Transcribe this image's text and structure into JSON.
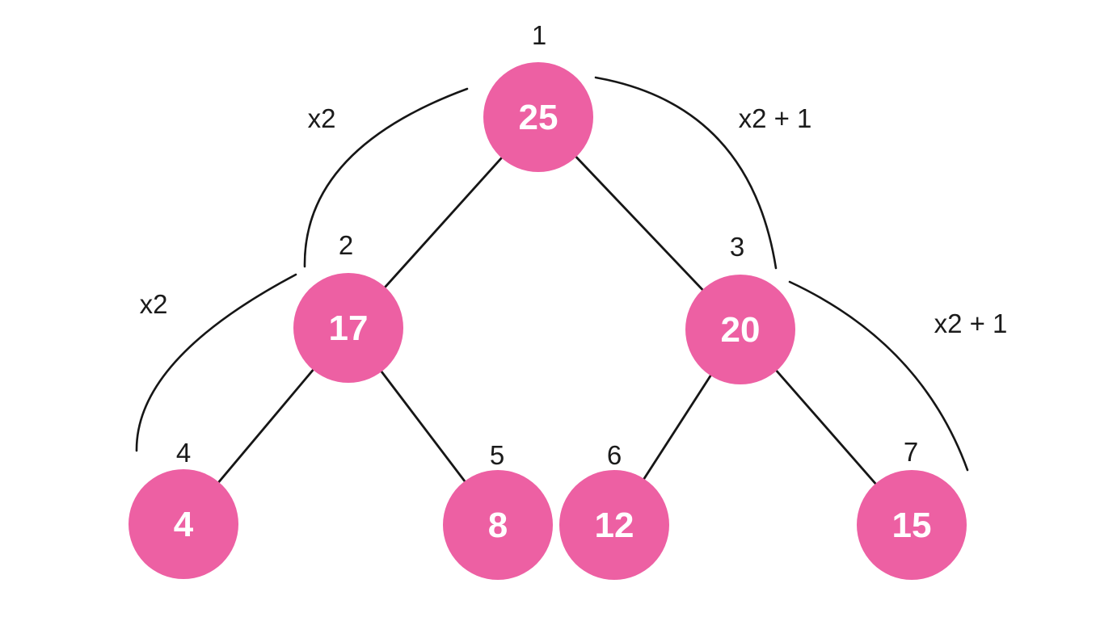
{
  "diagram_type": "binary-heap-tree",
  "colors": {
    "background": "#ffffff",
    "node_fill": "#ed60a3",
    "node_text": "#ffffff",
    "line": "#161616",
    "label": "#1b1b1b"
  },
  "nodes": [
    {
      "index": "1",
      "value": "25"
    },
    {
      "index": "2",
      "value": "17"
    },
    {
      "index": "3",
      "value": "20"
    },
    {
      "index": "4",
      "value": "4"
    },
    {
      "index": "5",
      "value": "8"
    },
    {
      "index": "6",
      "value": "12"
    },
    {
      "index": "7",
      "value": "15"
    }
  ],
  "edges": [
    {
      "from": "1",
      "to": "2"
    },
    {
      "from": "1",
      "to": "3"
    },
    {
      "from": "2",
      "to": "4"
    },
    {
      "from": "2",
      "to": "5"
    },
    {
      "from": "3",
      "to": "6"
    },
    {
      "from": "3",
      "to": "7"
    }
  ],
  "arcs": [
    {
      "label": "x2",
      "from": "1",
      "to": "2"
    },
    {
      "label": "x2 + 1",
      "from": "1",
      "to": "3"
    },
    {
      "label": "x2",
      "from": "2",
      "to": "4"
    },
    {
      "label": "x2 + 1",
      "from": "3",
      "to": "7"
    }
  ]
}
